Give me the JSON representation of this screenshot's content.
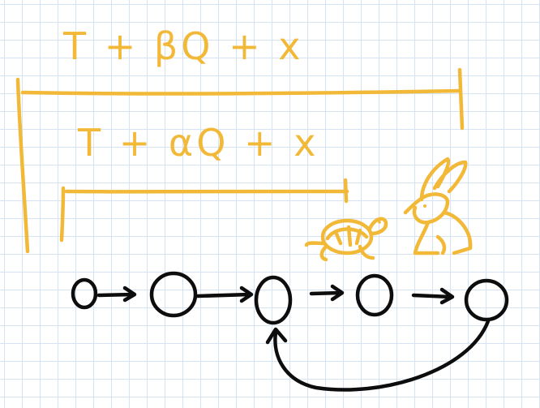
{
  "colors": {
    "accent": "#f2b938",
    "ink": "#0d0d0d",
    "grid": "#d6e3f2",
    "paper": "#ffffff"
  },
  "labels": {
    "outer_span": "T + βQ + x",
    "inner_span": "T + αQ + x"
  },
  "figures": {
    "slow_runner": "tortoise-icon",
    "fast_runner": "rabbit-icon"
  },
  "linked_list": {
    "node_count": 5,
    "cycle": {
      "from_node": 5,
      "to_node": 3
    }
  }
}
